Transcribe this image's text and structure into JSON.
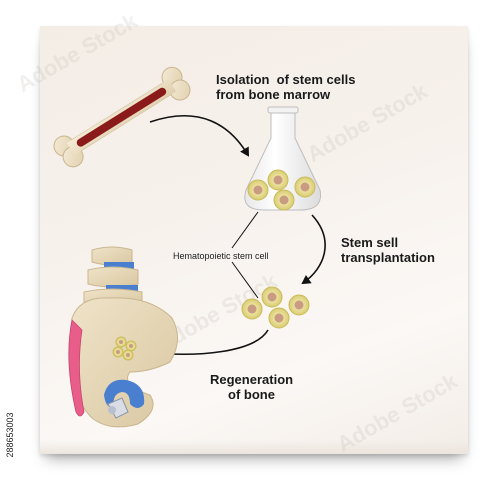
{
  "labels": {
    "isolation_line1": "Isolation  of stem cells",
    "isolation_line2": "from bone marrow",
    "transplant_line1": "Stem sell",
    "transplant_line2": "transplantation",
    "hematopoietic": "Hematopoietic stem cell",
    "regen_line1": "Regeneration",
    "regen_line2": "of bone"
  },
  "stock_id": "288653003",
  "watermark": "Adobe Stock",
  "colors": {
    "bone": "#ede1c6",
    "bone_outline": "#c9b68f",
    "marrow": "#8b1a1a",
    "cell_fill": "#f3eaa0",
    "cell_nucleus": "#c89b82",
    "spine_blue": "#4a7fd0",
    "pink": "#e85d8a",
    "flask": "#ffffff",
    "arrow": "#111111"
  }
}
